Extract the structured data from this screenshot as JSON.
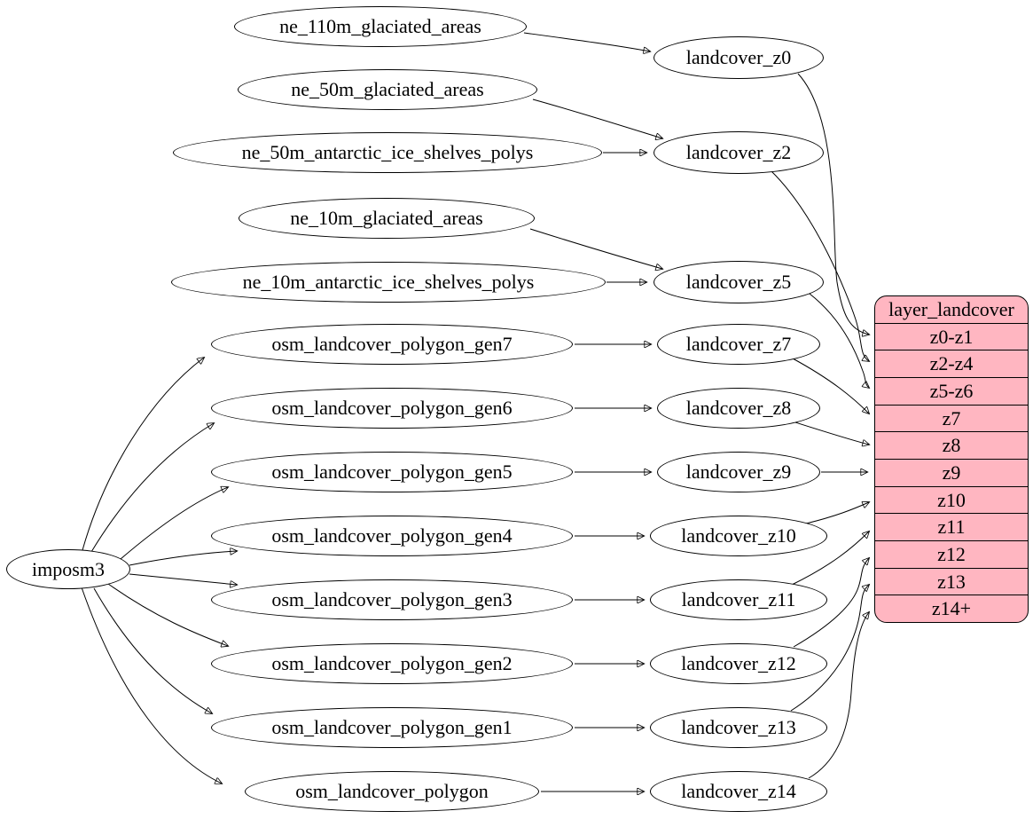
{
  "diagram": {
    "description": "Graphviz dependency diagram mapping landcover source tables to zoom-level tables feeding the layer_landcover record",
    "nodes": {
      "imposm3": "imposm3",
      "ne_110m_glaciated_areas": "ne_110m_glaciated_areas",
      "ne_50m_glaciated_areas": "ne_50m_glaciated_areas",
      "ne_50m_antarctic_ice_shelves_polys": "ne_50m_antarctic_ice_shelves_polys",
      "ne_10m_glaciated_areas": "ne_10m_glaciated_areas",
      "ne_10m_antarctic_ice_shelves_polys": "ne_10m_antarctic_ice_shelves_polys",
      "osm_landcover_polygon_gen7": "osm_landcover_polygon_gen7",
      "osm_landcover_polygon_gen6": "osm_landcover_polygon_gen6",
      "osm_landcover_polygon_gen5": "osm_landcover_polygon_gen5",
      "osm_landcover_polygon_gen4": "osm_landcover_polygon_gen4",
      "osm_landcover_polygon_gen3": "osm_landcover_polygon_gen3",
      "osm_landcover_polygon_gen2": "osm_landcover_polygon_gen2",
      "osm_landcover_polygon_gen1": "osm_landcover_polygon_gen1",
      "osm_landcover_polygon": "osm_landcover_polygon",
      "landcover_z0": "landcover_z0",
      "landcover_z2": "landcover_z2",
      "landcover_z5": "landcover_z5",
      "landcover_z7": "landcover_z7",
      "landcover_z8": "landcover_z8",
      "landcover_z9": "landcover_z9",
      "landcover_z10": "landcover_z10",
      "landcover_z11": "landcover_z11",
      "landcover_z12": "landcover_z12",
      "landcover_z13": "landcover_z13",
      "landcover_z14": "landcover_z14"
    },
    "table": {
      "title": "layer_landcover",
      "rows": [
        "z0-z1",
        "z2-z4",
        "z5-z6",
        "z7",
        "z8",
        "z9",
        "z10",
        "z11",
        "z12",
        "z13",
        "z14+"
      ],
      "fill_color": "#ffb6c1",
      "border_color": "#000000"
    },
    "edges": [
      [
        "ne_110m_glaciated_areas",
        "landcover_z0"
      ],
      [
        "ne_50m_glaciated_areas",
        "landcover_z2"
      ],
      [
        "ne_50m_antarctic_ice_shelves_polys",
        "landcover_z2"
      ],
      [
        "ne_10m_glaciated_areas",
        "landcover_z5"
      ],
      [
        "ne_10m_antarctic_ice_shelves_polys",
        "landcover_z5"
      ],
      [
        "imposm3",
        "osm_landcover_polygon_gen7"
      ],
      [
        "imposm3",
        "osm_landcover_polygon_gen6"
      ],
      [
        "imposm3",
        "osm_landcover_polygon_gen5"
      ],
      [
        "imposm3",
        "osm_landcover_polygon_gen4"
      ],
      [
        "imposm3",
        "osm_landcover_polygon_gen3"
      ],
      [
        "imposm3",
        "osm_landcover_polygon_gen2"
      ],
      [
        "imposm3",
        "osm_landcover_polygon_gen1"
      ],
      [
        "imposm3",
        "osm_landcover_polygon"
      ],
      [
        "osm_landcover_polygon_gen7",
        "landcover_z7"
      ],
      [
        "osm_landcover_polygon_gen6",
        "landcover_z8"
      ],
      [
        "osm_landcover_polygon_gen5",
        "landcover_z9"
      ],
      [
        "osm_landcover_polygon_gen4",
        "landcover_z10"
      ],
      [
        "osm_landcover_polygon_gen3",
        "landcover_z11"
      ],
      [
        "osm_landcover_polygon_gen2",
        "landcover_z12"
      ],
      [
        "osm_landcover_polygon_gen1",
        "landcover_z13"
      ],
      [
        "osm_landcover_polygon",
        "landcover_z14"
      ],
      [
        "landcover_z0",
        "layer_landcover:z0-z1"
      ],
      [
        "landcover_z2",
        "layer_landcover:z2-z4"
      ],
      [
        "landcover_z5",
        "layer_landcover:z5-z6"
      ],
      [
        "landcover_z7",
        "layer_landcover:z7"
      ],
      [
        "landcover_z8",
        "layer_landcover:z8"
      ],
      [
        "landcover_z9",
        "layer_landcover:z9"
      ],
      [
        "landcover_z10",
        "layer_landcover:z10"
      ],
      [
        "landcover_z11",
        "layer_landcover:z11"
      ],
      [
        "landcover_z12",
        "layer_landcover:z12"
      ],
      [
        "landcover_z13",
        "layer_landcover:z13"
      ],
      [
        "landcover_z14",
        "layer_landcover:z14+"
      ]
    ]
  }
}
